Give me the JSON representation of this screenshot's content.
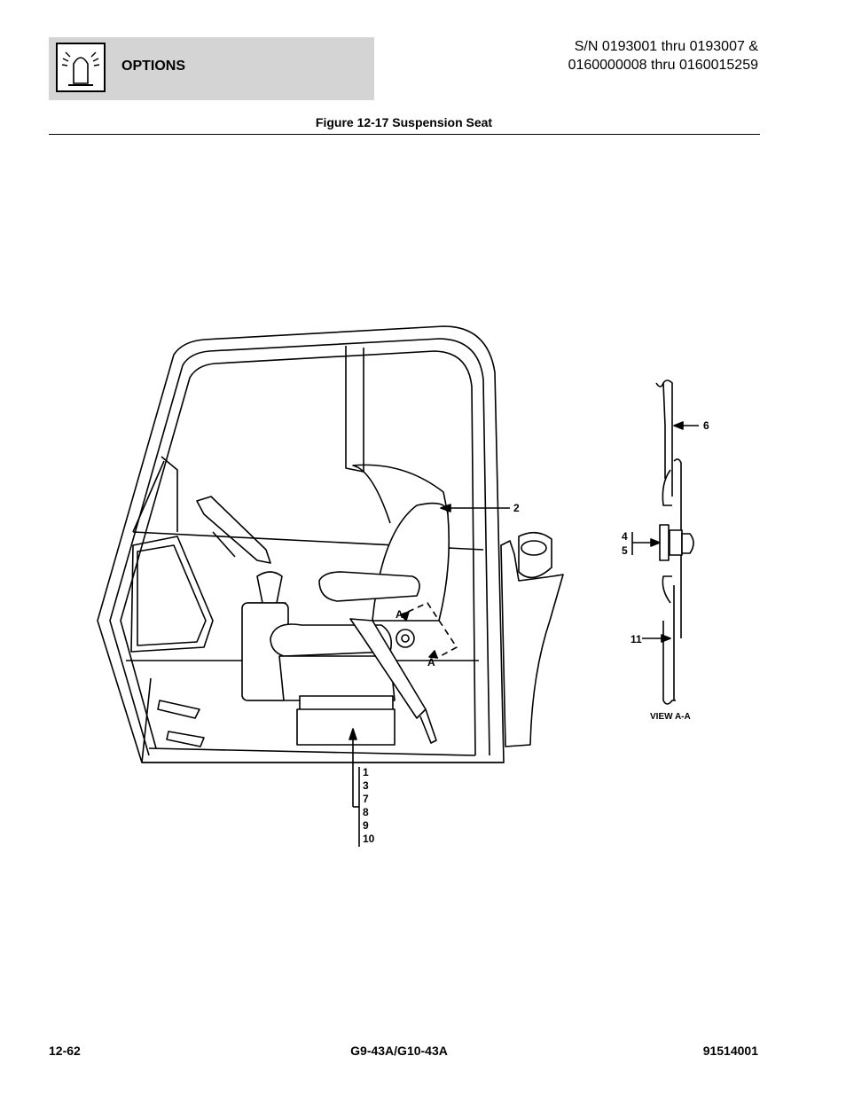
{
  "header": {
    "section": "OPTIONS",
    "icon": "beacon-light-icon",
    "serial_line1": "S/N 0193001 thru 0193007 &",
    "serial_line2": "0160000008 thru 0160015259"
  },
  "figure": {
    "title": "Figure 12-17 Suspension Seat",
    "callouts": {
      "c2": "2",
      "c6": "6",
      "c4": "4",
      "c5": "5",
      "c11": "11",
      "a_top": "A",
      "a_bottom": "A",
      "stack": [
        "1",
        "3",
        "7",
        "8",
        "9",
        "10"
      ]
    },
    "view_label": "VIEW A-A"
  },
  "footer": {
    "page": "12-62",
    "model": "G9-43A/G10-43A",
    "doc_number": "91514001"
  }
}
